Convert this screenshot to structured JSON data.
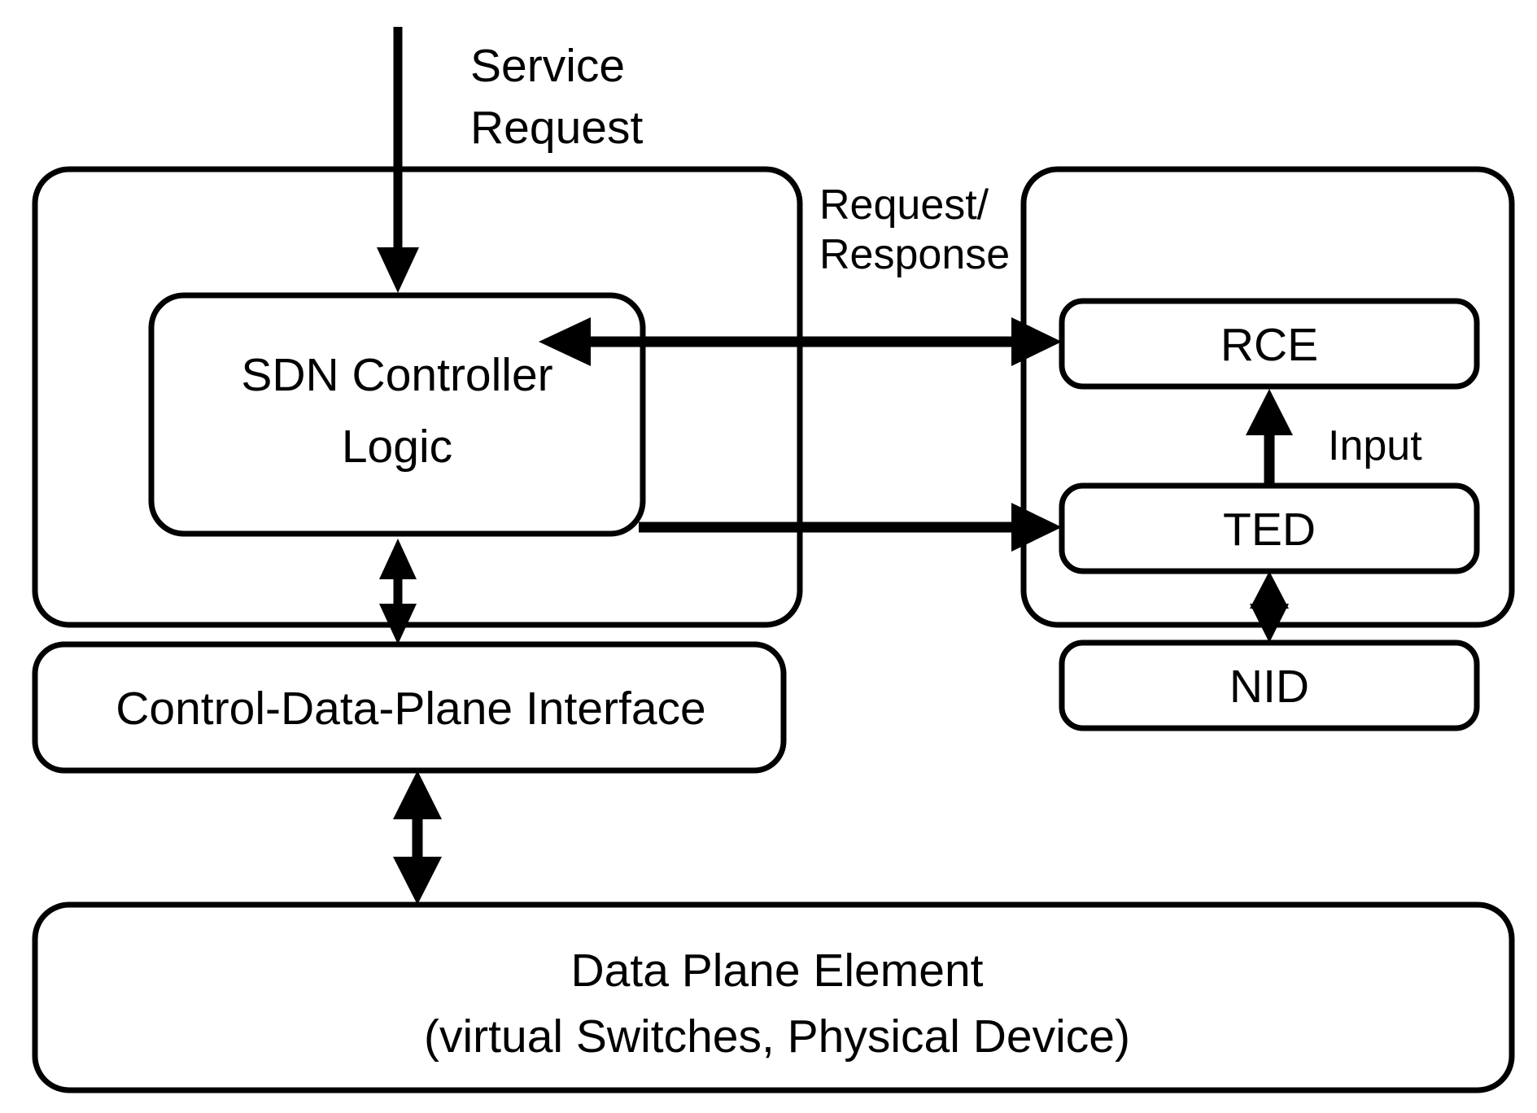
{
  "diagram": {
    "type": "block-architecture",
    "title": "SDN Controller with RCE/TED/NID architecture",
    "background_color": "#ffffff",
    "line_color": "#000000"
  },
  "labels": {
    "service_request_line1": "Service",
    "service_request_line2": "Request",
    "request_response_line1": "Request/",
    "request_response_line2": "Response",
    "input": "Input"
  },
  "panels": [
    {
      "id": "sdn-controller-panel",
      "name": "sdn-controller-panel"
    },
    {
      "id": "rce-ted-nid-panel",
      "name": "rce-ted-nid-panel"
    }
  ],
  "boxes": {
    "sdn_controller_logic_line1": "SDN Controller",
    "sdn_controller_logic_line2": "Logic",
    "control_data_plane_interface": "Control-Data-Plane Interface",
    "rce": "RCE",
    "ted": "TED",
    "nid": "NID",
    "data_plane_element_line1": "Data Plane Element",
    "data_plane_element_line2": "(virtual Switches, Physical Device)"
  },
  "connections": [
    {
      "name": "service-request-arrow",
      "from": "external",
      "to": "sdn-controller-logic",
      "direction": "down",
      "label": "Service Request"
    },
    {
      "name": "request-response-arrow",
      "from": "sdn-controller-logic",
      "to": "rce",
      "direction": "bidirectional",
      "label": "Request/Response"
    },
    {
      "name": "controller-to-ted-arrow",
      "from": "sdn-controller-logic",
      "to": "ted",
      "direction": "right",
      "label": ""
    },
    {
      "name": "ted-to-rce-arrow",
      "from": "ted",
      "to": "rce",
      "direction": "up",
      "label": "Input"
    },
    {
      "name": "ted-nid-arrow",
      "from": "ted",
      "to": "nid",
      "direction": "bidirectional",
      "label": ""
    },
    {
      "name": "controller-to-cdpi-arrow",
      "from": "sdn-controller-logic",
      "to": "control-data-plane-interface",
      "direction": "bidirectional",
      "label": ""
    },
    {
      "name": "cdpi-to-data-plane-arrow",
      "from": "control-data-plane-interface",
      "to": "data-plane-element",
      "direction": "bidirectional",
      "label": ""
    }
  ]
}
